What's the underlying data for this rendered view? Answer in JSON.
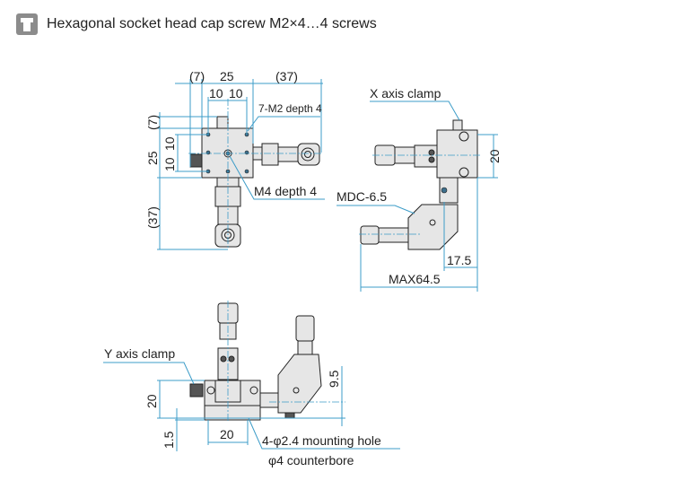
{
  "header": {
    "icon": "hex-socket-screw-icon",
    "text": "Hexagonal socket head cap screw M2×4…4 screws"
  },
  "top_view": {
    "dims": {
      "left_7": "(7)",
      "width_25": "25",
      "right_37": "(37)",
      "ten_a": "10",
      "ten_b": "10",
      "v_7": "(7)",
      "v_25": "25",
      "v_10a": "10",
      "v_10b": "10",
      "v_37": "(37)"
    },
    "callouts": {
      "m2": "7-M2 depth 4",
      "m4": "M4 depth 4"
    }
  },
  "side_view": {
    "callouts": {
      "x_clamp": "X axis clamp",
      "mdc": "MDC-6.5"
    },
    "dims": {
      "h20": "20",
      "w17_5": "17.5",
      "max": "MAX64.5"
    }
  },
  "front_view": {
    "callouts": {
      "y_clamp": "Y axis clamp",
      "mount": "4-φ2.4 mounting hole",
      "cbore": "φ4 counterbore"
    },
    "dims": {
      "h20": "20",
      "h1_5": "1.5",
      "w20": "20",
      "h9_5": "9.5"
    }
  },
  "colors": {
    "dimension": "#3c9cc8",
    "icon": "#8c8c8c"
  }
}
